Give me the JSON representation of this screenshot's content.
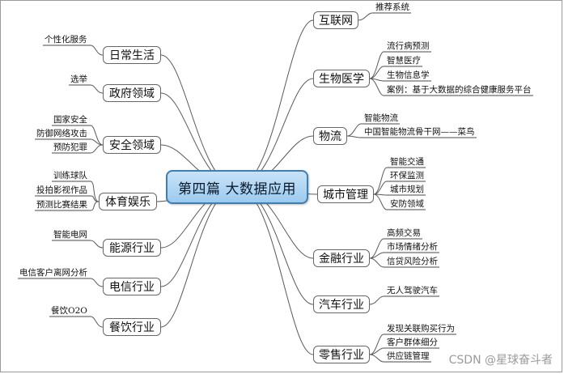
{
  "root": {
    "label": "第四篇 大数据应用"
  },
  "right_branches": [
    {
      "label": "互联网",
      "leaves": [
        "推荐系统"
      ]
    },
    {
      "label": "生物医学",
      "leaves": [
        "流行病预测",
        "智慧医疗",
        "生物信息学",
        "案例：基于大数据的综合健康服务平台"
      ]
    },
    {
      "label": "物流",
      "leaves": [
        "智能物流",
        "中国智能物流骨干网——菜鸟"
      ]
    },
    {
      "label": "城市管理",
      "leaves": [
        "智能交通",
        "环保监测",
        "城市规划",
        "安防领域"
      ]
    },
    {
      "label": "金融行业",
      "leaves": [
        "高频交易",
        "市场情绪分析",
        "信贷风险分析"
      ]
    },
    {
      "label": "汽车行业",
      "leaves": [
        "无人驾驶汽车"
      ]
    },
    {
      "label": "零售行业",
      "leaves": [
        "发现关联购买行为",
        "客户群体细分",
        "供应链管理"
      ]
    }
  ],
  "left_branches": [
    {
      "label": "日常生活",
      "leaves": [
        "个性化服务"
      ]
    },
    {
      "label": "政府领域",
      "leaves": [
        "选举"
      ]
    },
    {
      "label": "安全领域",
      "leaves": [
        "国家安全",
        "防御网络攻击",
        "预防犯罪"
      ]
    },
    {
      "label": "体育娱乐",
      "leaves": [
        "训练球队",
        "投拍影视作品",
        "预测比赛结果"
      ]
    },
    {
      "label": "能源行业",
      "leaves": [
        "智能电网"
      ]
    },
    {
      "label": "电信行业",
      "leaves": [
        "电信客户离网分析"
      ]
    },
    {
      "label": "餐饮行业",
      "leaves": [
        "餐饮O2O"
      ]
    }
  ],
  "watermark": "CSDN @星球奋斗者"
}
